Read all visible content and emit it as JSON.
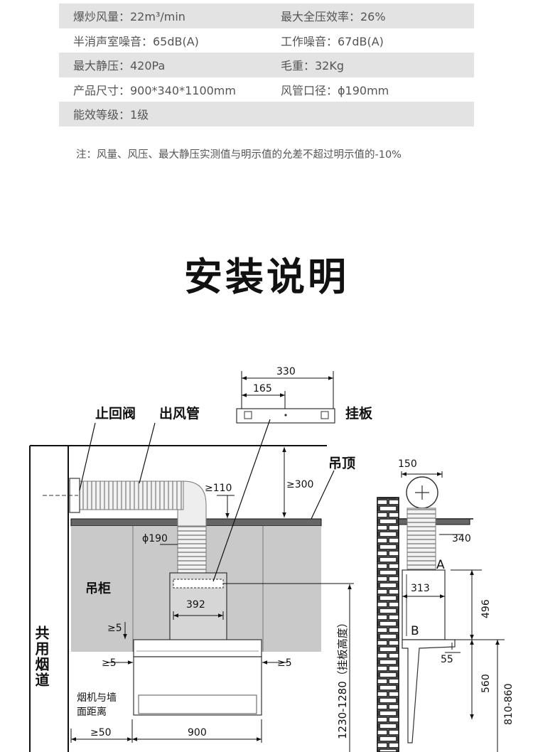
{
  "specs": {
    "rows": [
      {
        "left": "爆炒风量：22m³/min",
        "right": "最大全压效率：26%"
      },
      {
        "left": "半消声室噪音：65dB(A)",
        "right": "工作噪音：67dB(A)"
      },
      {
        "left": "最大静压：420Pa",
        "right": "毛重：32Kg"
      },
      {
        "left": "产品尺寸：900*340*1100mm",
        "right": "风管口径：ϕ190mm"
      },
      {
        "left": "能效等级：1级",
        "right": ""
      }
    ],
    "note": "注：风量、风压、最大静压实测值与明示值的允差不超过明示值的-10%"
  },
  "section_title": "安装说明",
  "diagram": {
    "labels": {
      "check_valve": "止回阀",
      "outlet_pipe": "出风管",
      "hanging_plate": "挂板",
      "ceiling": "吊顶",
      "cabinet": "吊柜",
      "shared_flue": "共用烟道",
      "wall_distance_1": "烟机与墙",
      "wall_distance_2": "面距离",
      "mount_height": "1230-1280（挂板高度）",
      "point_a": "A",
      "point_b": "B"
    },
    "dims": {
      "d330": "330",
      "d165": "165",
      "d300": "≥300",
      "d110": "≥110",
      "d190": "ϕ190",
      "d392": "392",
      "d5_top": "≥5",
      "d5_left": "≥5",
      "d5_right": "≥5",
      "d50": "≥50",
      "d900": "900",
      "d150": "150",
      "d340": "340",
      "d313": "313",
      "d496": "496",
      "d55": "55",
      "d560": "560",
      "d810": "810-860"
    }
  }
}
